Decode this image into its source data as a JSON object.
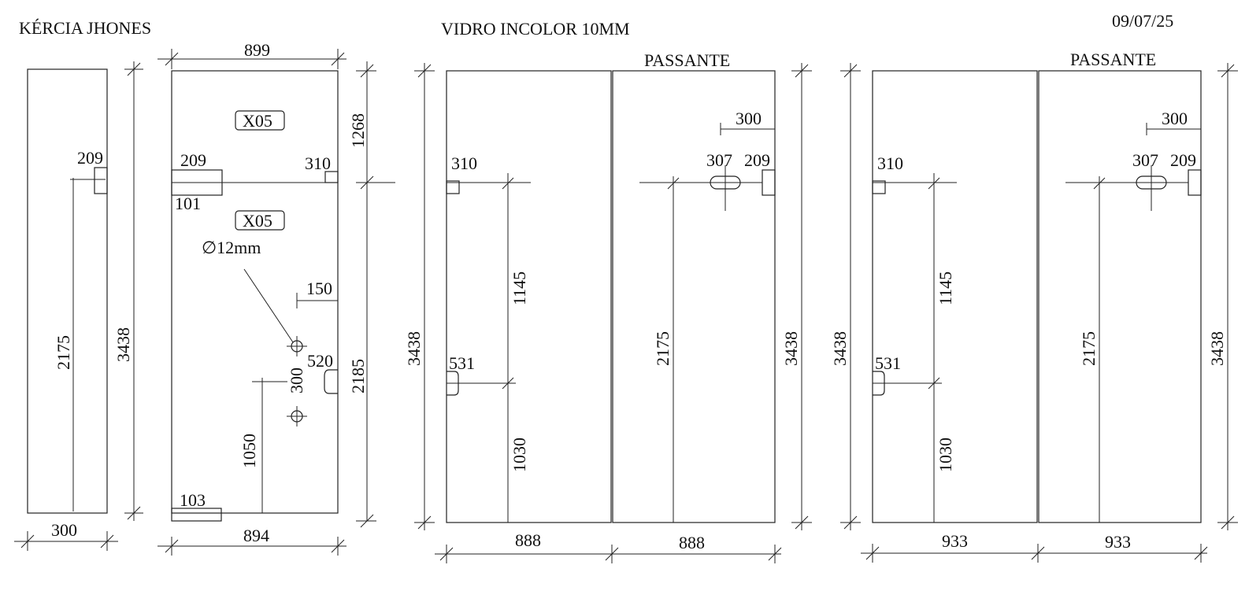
{
  "header": {
    "client": "KÉRCIA   JHONES",
    "glass": "VIDRO INCOLOR 10MM",
    "date": "09/07/25"
  },
  "panel_a": {
    "hole_209": "209",
    "height_2175": "2175",
    "height_3438": "3438",
    "width_300": "300"
  },
  "panel_b": {
    "width_top": "899",
    "mark_1": "X05",
    "mark_2": "X05",
    "height_1268": "1268",
    "cut_209": "209",
    "cut_310": "310",
    "cut_101": "101",
    "hole_dia": "∅12mm",
    "d_150": "150",
    "d_520": "520",
    "d_300": "300",
    "height_2185": "2185",
    "height_1050": "1050",
    "cut_103": "103",
    "width_bottom": "894"
  },
  "panel_c": {
    "passante": "PASSANTE",
    "cut_310": "310",
    "d_1145": "1145",
    "height_3438_left": "3438",
    "cut_531": "531",
    "d_1030": "1030",
    "width_left": "888",
    "d_300": "300",
    "d_307": "307",
    "d_209": "209",
    "height_2175": "2175",
    "height_3438_right": "3438",
    "width_right": "888"
  },
  "panel_d": {
    "passante": "PASSANTE",
    "cut_310": "310",
    "d_1145": "1145",
    "height_3438_left": "3438",
    "cut_531": "531",
    "d_1030": "1030",
    "width_left": "933",
    "d_300": "300",
    "d_307": "307",
    "d_209": "209",
    "height_2175": "2175",
    "height_3438_right": "3438",
    "width_right": "933"
  }
}
